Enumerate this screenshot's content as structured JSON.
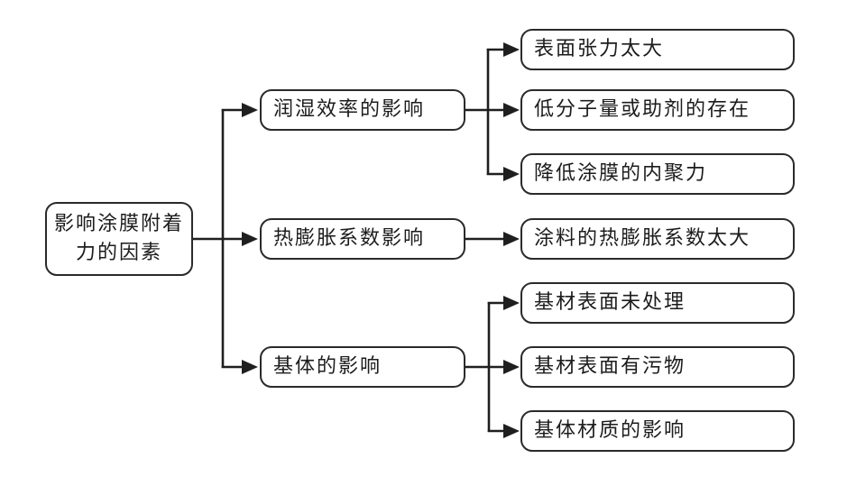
{
  "diagram": {
    "root": {
      "label": "影响涂膜附着\n力的因素"
    },
    "branches": [
      {
        "label": "润湿效率的影响",
        "children": [
          "表面张力太大",
          "低分子量或助剂的存在",
          "降低涂膜的内聚力"
        ]
      },
      {
        "label": "热膨胀系数影响",
        "children": [
          "涂料的热膨胀系数太大"
        ]
      },
      {
        "label": "基体的影响",
        "children": [
          "基材表面未处理",
          "基材表面有污物",
          "基体材质的影响"
        ]
      }
    ],
    "colors": {
      "background": "#ffffff",
      "line": "#1f1f1f",
      "box_border": "#2a2a2a",
      "box_fill": "#ffffff",
      "text": "#1c1c1c"
    }
  }
}
